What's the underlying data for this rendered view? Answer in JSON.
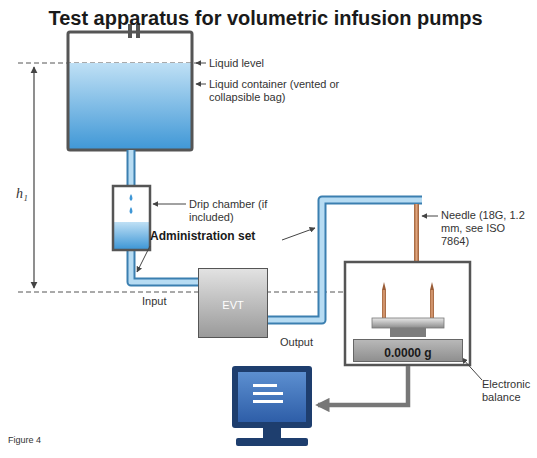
{
  "diagram": {
    "title": "Test apparatus for volumetric infusion pumps",
    "caption": "Figure 4",
    "nodes": [
      {
        "text": [
          "EVT"
        ]
      },
      {
        "text": [
          "0.0000 g"
        ]
      }
    ],
    "labels": [
      "Liquid level",
      "Liquid container (vented or collapsible bag)",
      "h₁",
      "Drip chamber (if included)",
      "Administration set",
      "Input",
      "Needle (18G, 1.2 mm, see ISO 7864)",
      "Output",
      "Electronic balance"
    ]
  }
}
